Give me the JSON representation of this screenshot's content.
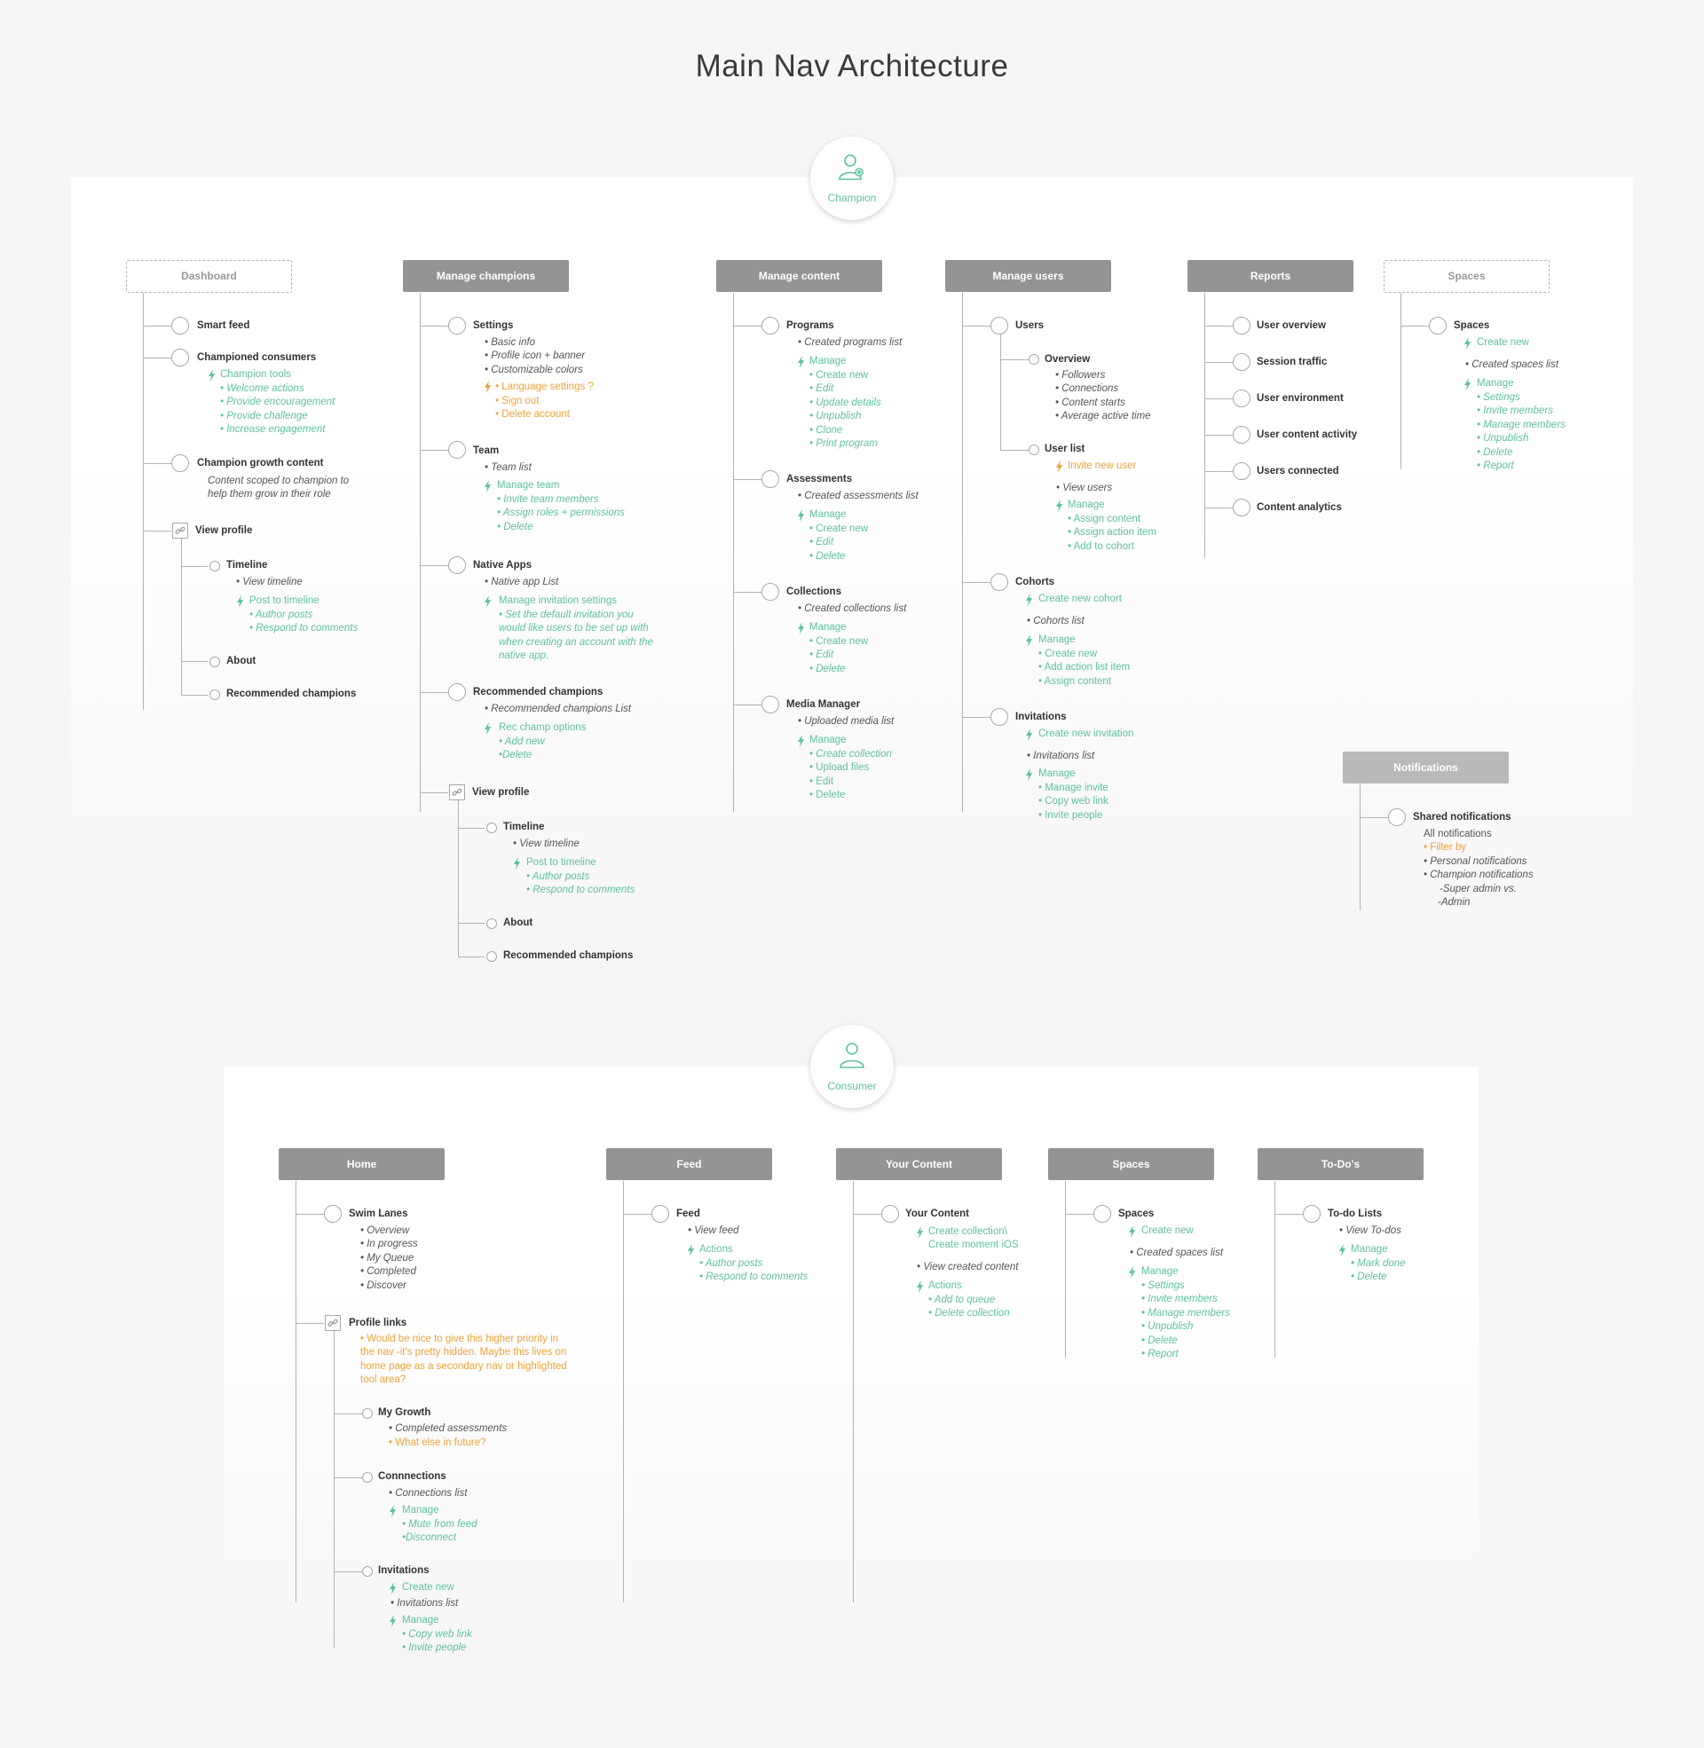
{
  "title": "Main Nav Architecture",
  "colors": {
    "accent_green": "#5dc39b",
    "accent_orange": "#f0a23a",
    "header_gray": "#949494"
  },
  "champion": {
    "role_label": "Champion",
    "dashboard": {
      "header": "Dashboard",
      "smart_feed": "Smart feed",
      "championed_consumers": "Championed consumers",
      "champion_tools": "Champion tools",
      "tools_items": [
        "• Welcome actions",
        "• Provide encouragement",
        "• Provide challenge",
        "• Increase engagement"
      ],
      "growth_content": "Champion growth content",
      "growth_desc": [
        "Content scoped to champion to",
        "help them grow in their role"
      ],
      "view_profile": "View profile",
      "timeline": "Timeline",
      "view_timeline": "• View timeline",
      "post_to_timeline": "Post to timeline",
      "post_items": [
        "• Author posts",
        "• Respond to comments"
      ],
      "about": "About",
      "recommended_champions": "Recommended champions"
    },
    "manage_champions": {
      "header": "Manage champions",
      "settings": "Settings",
      "settings_items": [
        "• Basic info",
        "• Profile icon + banner",
        "• Customizable colors"
      ],
      "settings_orange": [
        "• Language settings ?",
        "• Sign out",
        "• Delete account"
      ],
      "team": "Team",
      "team_list": "• Team list",
      "manage_team": "Manage team",
      "team_items": [
        "• Invite team members",
        "• Assign roles + permissions",
        "• Delete"
      ],
      "native_apps": "Native Apps",
      "native_app_list": "• Native app List",
      "manage_invitation": "Manage invitation settings",
      "invitation_desc": [
        "• Set the default invitation you",
        "would like users to be set up with",
        "when creating an account with the",
        "native app."
      ],
      "rec_champions": "Recommended champions",
      "rec_list": "• Recommended champions List",
      "rec_options": "Rec champ options",
      "rec_items": [
        "• Add new",
        "•Delete"
      ],
      "view_profile": "View profile",
      "timeline": "Timeline",
      "view_timeline": "• View timeline",
      "post_to_timeline": "Post to timeline",
      "post_items": [
        "• Author posts",
        "• Respond to comments"
      ],
      "about": "About",
      "recommended_champions": "Recommended champions"
    },
    "manage_content": {
      "header": "Manage content",
      "programs": "Programs",
      "programs_list": "• Created programs list",
      "manage": "Manage",
      "programs_items": [
        "• Create new",
        "• Edit",
        "• Update details",
        "• Unpublish",
        "• Clone",
        "• Print program"
      ],
      "assessments": "Assessments",
      "assessments_list": "• Created assessments list",
      "assessments_items": [
        "• Create new",
        "• Edit",
        "• Delete"
      ],
      "collections": "Collections",
      "collections_list": "• Created collections list",
      "collections_items": [
        "• Create new",
        "• Edit",
        "• Delete"
      ],
      "media_manager": "Media Manager",
      "media_list": "• Uploaded media list",
      "media_items": [
        "• Create collection",
        "• Upload files",
        "• Edit",
        "• Delete"
      ]
    },
    "manage_users": {
      "header": "Manage users",
      "users": "Users",
      "overview": "Overview",
      "overview_items": [
        "• Followers",
        "• Connections",
        "• Content starts",
        "• Average active time"
      ],
      "user_list": "User list",
      "invite_new_user": "Invite new user",
      "view_users": "• View users",
      "manage": "Manage",
      "user_items": [
        "• Assign content",
        "• Assign action item",
        "• Add to cohort"
      ],
      "cohorts": "Cohorts",
      "create_cohort": "Create new cohort",
      "cohorts_list": "• Cohorts list",
      "cohort_items": [
        "• Create new",
        "• Add action list item",
        "• Assign content"
      ],
      "invitations": "Invitations",
      "create_invitation": "Create new invitation",
      "invitations_list": "• Invitations list",
      "invitation_items": [
        "• Manage invite",
        "• Copy web link",
        "• Invite people"
      ]
    },
    "reports": {
      "header": "Reports",
      "items": [
        "User overview",
        "Session traffic",
        "User environment",
        "User content activity",
        "Users connected",
        "Content analytics"
      ]
    },
    "spaces": {
      "header": "Spaces",
      "spaces": "Spaces",
      "create_new": "Create new",
      "created_list": "• Created spaces list",
      "manage": "Manage",
      "items": [
        "• Settings",
        "• Invite members",
        "• Manage members",
        "• Unpublish",
        "• Delete",
        "• Report"
      ]
    },
    "notifications": {
      "header": "Notifications",
      "shared": "Shared notifications",
      "all": "All notifications",
      "filter_by": "• Filter by",
      "items": [
        "• Personal notifications",
        "• Champion notifications"
      ],
      "sub_items": [
        "-Super admin vs.",
        "-Admin"
      ]
    }
  },
  "consumer": {
    "role_label": "Consumer",
    "home": {
      "header": "Home",
      "swim_lanes": "Swim Lanes",
      "swim_items": [
        "• Overview",
        "• In progress",
        "• My Queue",
        "• Completed",
        "• Discover"
      ],
      "profile_links": "Profile links",
      "profile_note": [
        "• Would be nice to give this higher priority in",
        "the nav -it's pretty hidden. Maybe this lives on",
        "home page as a secondary nav or highlighted",
        "tool area?"
      ],
      "my_growth": "My Growth",
      "completed_assessments": "• Completed assessments",
      "what_else": "• What else in future?",
      "connections": "Connnections",
      "connections_list": "• Connections list",
      "manage": "Manage",
      "connection_items": [
        "• Mute from feed",
        "•Disconnect"
      ],
      "invitations": "Invitations",
      "create_new": "Create new",
      "invitations_list": "• Invitations list",
      "invitation_items": [
        "• Copy web link",
        "• Invite people"
      ]
    },
    "feed": {
      "header": "Feed",
      "feed": "Feed",
      "view_feed": "• View feed",
      "actions": "Actions",
      "items": [
        "• Author posts",
        "• Respond to comments"
      ]
    },
    "your_content": {
      "header": "Your Content",
      "your_content": "Your Content",
      "create": [
        "Create collection\\",
        "Create moment iOS"
      ],
      "view_created": "• View created content",
      "actions": "Actions",
      "items": [
        "• Add to queue",
        "• Delete collection"
      ]
    },
    "spaces": {
      "header": "Spaces",
      "spaces": "Spaces",
      "create_new": "Create new",
      "created_list": "• Created spaces list",
      "manage": "Manage",
      "items": [
        "• Settings",
        "• Invite members",
        "• Manage members",
        "• Unpublish",
        "• Delete",
        "• Report"
      ]
    },
    "todos": {
      "header": "To-Do's",
      "lists": "To-do Lists",
      "view": "• View To-dos",
      "manage": "Manage",
      "items": [
        "• Mark done",
        "• Delete"
      ]
    }
  }
}
